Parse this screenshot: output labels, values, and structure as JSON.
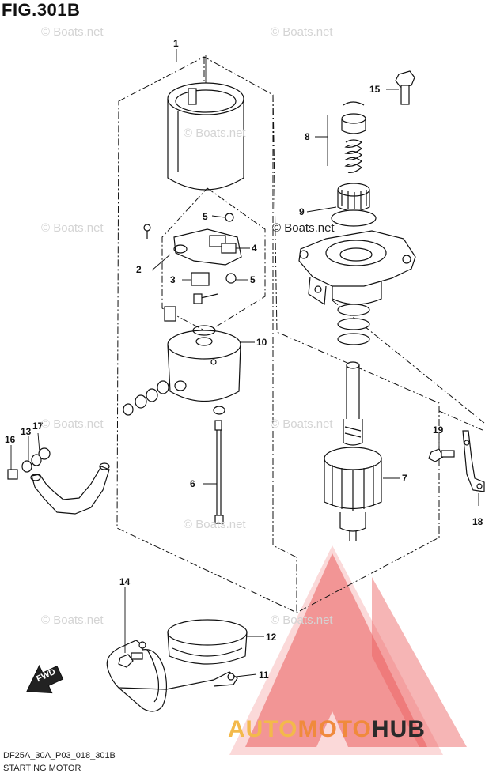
{
  "figure": {
    "title": "FIG.301B",
    "code": "DF25A_30A_P03_018_301B",
    "name": "STARTING MOTOR"
  },
  "watermarks": [
    "© Boats.net",
    "© Boats.net",
    "© Boats.net",
    "© Boats.net",
    "© Boats.net",
    "© Boats.net",
    "© Boats.net",
    "© Boats.net",
    "© Boats.net",
    "© Boats.net"
  ],
  "fwd_label": "FWD",
  "brand": {
    "part1": "AUTO",
    "part2": "MOTO",
    "part3": "HUB"
  },
  "callouts": [
    "1",
    "2",
    "3",
    "4",
    "5",
    "5",
    "6",
    "7",
    "8",
    "9",
    "10",
    "11",
    "12",
    "13",
    "14",
    "15",
    "16",
    "17",
    "18",
    "19"
  ],
  "colors": {
    "line": "#111111",
    "watermark": "#d4d4d4",
    "logo_red": "#e84a4a",
    "logo_pink": "#f6b3b3",
    "brand_auto": "#f3b94b",
    "brand_moto": "#f08a3c",
    "brand_hub": "#2a2a2a"
  }
}
